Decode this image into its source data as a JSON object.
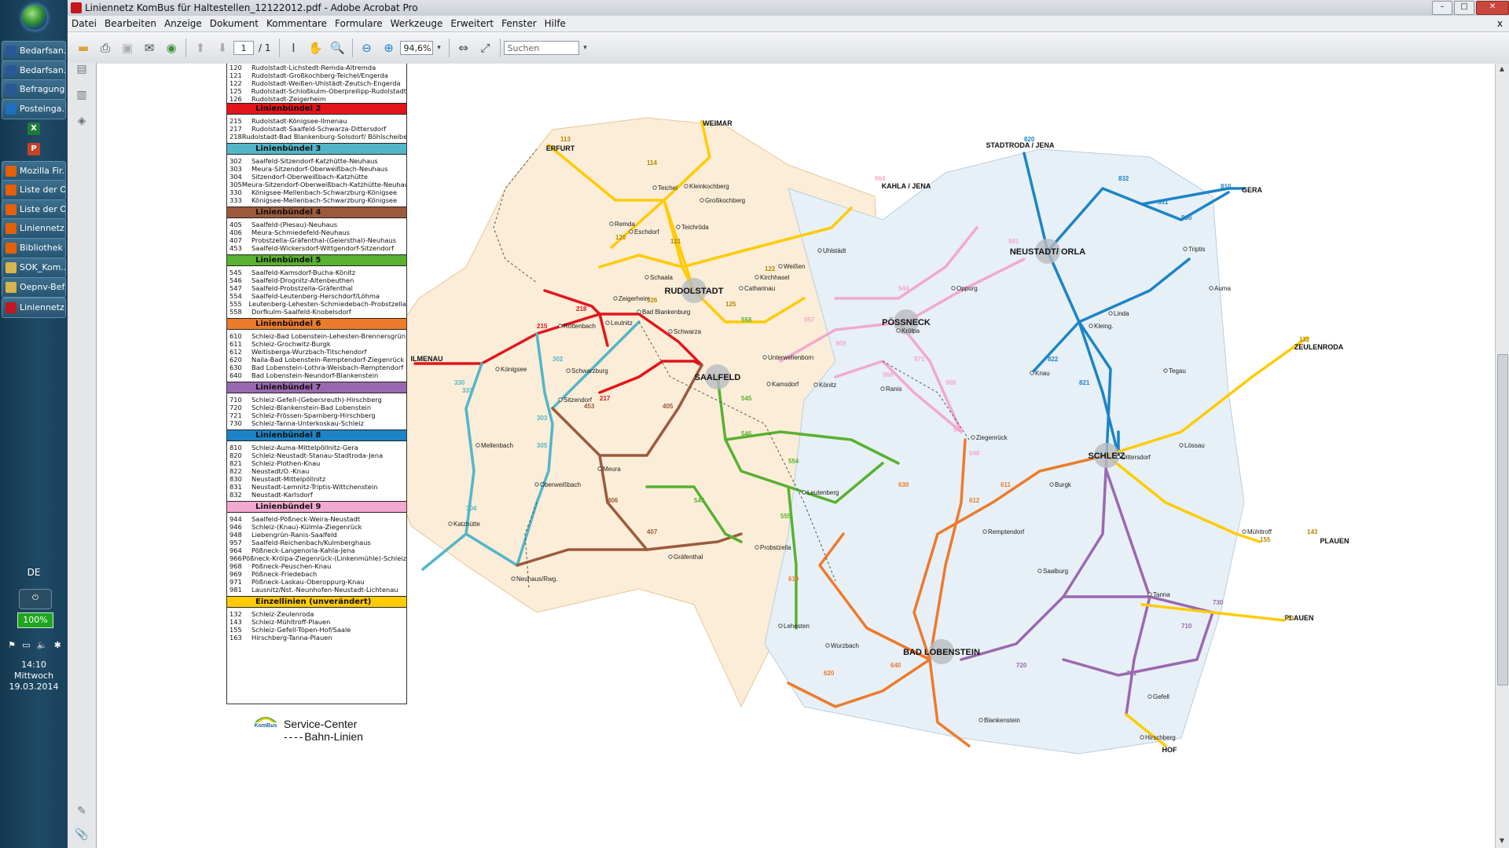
{
  "taskbar": {
    "buttons": [
      {
        "label": "Bedarfsan...",
        "icon": "word-icon",
        "color": "#2b5797"
      },
      {
        "label": "Bedarfsan...",
        "icon": "word-icon",
        "color": "#2b5797"
      },
      {
        "label": "Befragung...",
        "icon": "word-icon",
        "color": "#2b5797"
      },
      {
        "label": "Posteinga...",
        "icon": "outlook-icon",
        "color": "#1e6fbf"
      },
      {
        "label": "Mozilla Fir...",
        "icon": "firefox-icon",
        "color": "#e66000"
      },
      {
        "label": "Liste der O...",
        "icon": "firefox-icon",
        "color": "#e66000"
      },
      {
        "label": "Liste der O...",
        "icon": "firefox-icon",
        "color": "#e66000"
      },
      {
        "label": "Liniennetz ...",
        "icon": "firefox-icon",
        "color": "#e66000"
      },
      {
        "label": "Bibliothek",
        "icon": "firefox-icon",
        "color": "#e66000"
      },
      {
        "label": "SOK_Kom...",
        "icon": "folder-icon",
        "color": "#d9b44a"
      },
      {
        "label": "Oepnv-Bef...",
        "icon": "folder-icon",
        "color": "#d9b44a"
      },
      {
        "label": "Liniennetz ...",
        "icon": "acrobat-icon",
        "color": "#c4161c"
      }
    ],
    "lang": "DE",
    "battery": "100%",
    "time": "14:10",
    "weekday": "Mittwoch",
    "date": "19.03.2014"
  },
  "window": {
    "title": "Liniennetz KomBus für Haltestellen_12122012.pdf - Adobe Acrobat Pro",
    "menu": [
      "Datei",
      "Bearbeiten",
      "Anzeige",
      "Dokument",
      "Kommentare",
      "Formulare",
      "Werkzeuge",
      "Erweitert",
      "Fenster",
      "Hilfe"
    ],
    "close_x": "x"
  },
  "toolbar": {
    "page_current": "1",
    "page_total": "/ 1",
    "zoom": "94,6%",
    "search_placeholder": "Suchen"
  },
  "legend": {
    "top_rows": [
      [
        "120",
        "Rudolstadt-Lichstedt-Remda-Altremda"
      ],
      [
        "121",
        "Rudolstadt-Großkochberg-Teichel/Engerda"
      ],
      [
        "122",
        "Rudolstadt-Weißen-Uhlstädt-Zeutsch-Engerda"
      ],
      [
        "125",
        "Rudolstadt-Schloßkulm-Oberpreilipp-Rudolstadt"
      ],
      [
        "126",
        "Rudolstadt-Zeigerheim"
      ]
    ],
    "groups": [
      {
        "title": "Linienbündel 2",
        "color": "#e3151b",
        "textcolor": "#111",
        "rows": [
          [
            "215",
            "Rudolstadt-Königsee-Ilmenau"
          ],
          [
            "217",
            "Rudolstadt-Saalfeld-Schwarza-Dittersdorf"
          ],
          [
            "218",
            "Rudolstadt-Bad Blankenburg-Solsdorf/ Böhlscheiben"
          ]
        ]
      },
      {
        "title": "Linienbündel 3",
        "color": "#52b6c8",
        "textcolor": "#111",
        "rows": [
          [
            "302",
            "Saalfeld-Sitzendorf-Katzhütte-Neuhaus"
          ],
          [
            "303",
            "Meura-Sitzendorf-Oberweißbach-Neuhaus"
          ],
          [
            "304",
            "Sitzendorf-Oberweißbach-Katzhütte"
          ],
          [
            "305",
            "Meura-Sitzendorf-Oberweißbach-Katzhütte-Neuhaus"
          ],
          [
            "330",
            "Königsee-Mellenbach-Schwarzburg-Königsee"
          ],
          [
            "333",
            "Königsee-Mellenbach-Schwarzburg-Königsee"
          ]
        ]
      },
      {
        "title": "Linienbündel 4",
        "color": "#9b5a3c",
        "textcolor": "#111",
        "rows": [
          [
            "405",
            "Saalfeld-(Piesau)-Neuhaus"
          ],
          [
            "406",
            "Meura-Schmiedefeld-Neuhaus"
          ],
          [
            "407",
            "Probstzella-Gräfenthal-(Geiersthal)-Neuhaus"
          ],
          [
            "453",
            "Saalfeld-Wickersdorf-Wittgendorf-Sitzendorf"
          ]
        ]
      },
      {
        "title": "Linienbündel 5",
        "color": "#58b130",
        "textcolor": "#111",
        "rows": [
          [
            "545",
            "Saalfeld-Kamsdorf-Bucha-Könitz"
          ],
          [
            "546",
            "Saalfeld-Drognitz-Altenbeuthen"
          ],
          [
            "547",
            "Saalfeld-Probstzella-Gräfenthal"
          ],
          [
            "554",
            "Saalfeld-Leutenberg-Herschdorf/Löhma"
          ],
          [
            "555",
            "Leutenberg-Lehesten-Schmiedebach-Probstzella"
          ],
          [
            "558",
            "Dorfkulm-Saalfeld-Knobelsdorf"
          ]
        ]
      },
      {
        "title": "Linienbündel 6",
        "color": "#ec7b2c",
        "textcolor": "#111",
        "rows": [
          [
            "610",
            "Schleiz-Bad Lobenstein-Lehesten-Brennersgrün"
          ],
          [
            "611",
            "Schleiz-Grochwitz-Burgk"
          ],
          [
            "612",
            "Weitisberga-Wurzbach-Titschendorf"
          ],
          [
            "620",
            "Naila-Bad Lobenstein-Remptendorf-Ziegenrück"
          ],
          [
            "630",
            "Bad Lobenstein-Lothra-Weisbach-Remptendorf"
          ],
          [
            "640",
            "Bad Lobenstein-Neundorf-Blankenstein"
          ]
        ]
      },
      {
        "title": "Linienbündel 7",
        "color": "#9a68b0",
        "textcolor": "#111",
        "rows": [
          [
            "710",
            "Schleiz-Gefell-(Gebersreuth)-Hirschberg"
          ],
          [
            "720",
            "Schleiz-Blankenstein-Bad Lobenstein"
          ],
          [
            "721",
            "Schleiz-Frössen-Sparnberg-Hirschberg"
          ],
          [
            "730",
            "Schleiz-Tanna-Unterkoskau-Schleiz"
          ]
        ]
      },
      {
        "title": "Linienbündel 8",
        "color": "#1c84c6",
        "textcolor": "#111",
        "rows": [
          [
            "810",
            "Schleiz-Auma-Mittelpöllnitz-Gera"
          ],
          [
            "820",
            "Schleiz-Neustadt-Stanau-Stadtroda-Jena"
          ],
          [
            "821",
            "Schleiz-Plothen-Knau"
          ],
          [
            "822",
            "Neustadt/O.-Knau"
          ],
          [
            "830",
            "Neustadt-Mittelpöllnitz"
          ],
          [
            "831",
            "Neustadt-Lemnitz-Triptis-Wittchenstein"
          ],
          [
            "832",
            "Neustadt-Karlsdorf"
          ]
        ]
      },
      {
        "title": "Linienbündel 9",
        "color": "#f2a9cf",
        "textcolor": "#111",
        "rows": [
          [
            "944",
            "Saalfeld-Pößneck-Weira-Neustadt"
          ],
          [
            "946",
            "Schleiz-(Knau)-Külmla-Ziegenrück"
          ],
          [
            "948",
            "Liebengrün-Ranis-Saalfeld"
          ],
          [
            "957",
            "Saalfeld-Reichenbach/Kulmberghaus"
          ],
          [
            "964",
            "Pößneck-Langenorla-Kahla-Jena"
          ],
          [
            "966",
            "Pößneck-Krölpa-Ziegenrück-(Linkenmühle)-Schleiz"
          ],
          [
            "968",
            "Pößneck-Peuschen-Knau"
          ],
          [
            "969",
            "Pößneck-Friedebach"
          ],
          [
            "971",
            "Pößneck-Laskau-Oberoppurg-Knau"
          ],
          [
            "981",
            "Lausnitz/Nst.-Neunhofen-Neustadt-Lichtenau"
          ]
        ]
      },
      {
        "title": "Einzellinien (unverändert)",
        "color": "#ffcb05",
        "textcolor": "#111",
        "rows": [
          [
            "132",
            "Schleiz-Zeulenroda"
          ],
          [
            "143",
            "Schleiz-Mühltroff-Plauen"
          ],
          [
            "155",
            "Schleiz-Gefell-Töpen-Hof/Saale"
          ],
          [
            "163",
            "Hirschberg-Tanna-Plauen"
          ]
        ]
      }
    ]
  },
  "service": {
    "logo": "KomBus",
    "line1": "Service-Center",
    "line2": "Bahn-Linien"
  },
  "map": {
    "hubs": [
      "RUDOLSTADT",
      "SAALFELD",
      "PÖSSNECK",
      "NEUSTADT/ ORLA",
      "SCHLEIZ",
      "BAD LOBENSTEIN"
    ],
    "destinations": [
      "WEIMAR",
      "ERFURT",
      "KAHLA / JENA",
      "STADTRODA / JENA",
      "GERA",
      "ZEULENRODA",
      "PLAUEN",
      "PLAUEN",
      "HOF",
      "ILMENAU"
    ],
    "places": [
      "Kleinkochberg",
      "Teichel",
      "Großkochberg",
      "Remda",
      "Eschdorf",
      "Teichröda",
      "Weißen",
      "Uhlstädt",
      "Kirchhasel",
      "Catharinau",
      "Zeigerheim",
      "Schaala",
      "Bad Blankenburg",
      "Rottenbach",
      "Königsee",
      "Leutnitz",
      "Schwarza",
      "Unterwellenborn",
      "Kamsdorf",
      "Könitz",
      "Ranis",
      "Krölpa",
      "Oppurg",
      "Knau",
      "Linda",
      "Triptis",
      "Auma",
      "Tegau",
      "Ziegenrück",
      "Remptendorf",
      "Saalburg",
      "Tanna",
      "Gefell",
      "Hirschberg",
      "Lehesten",
      "Probstzella",
      "Gräfenthal",
      "Leutenberg",
      "Neuhaus/Rwg.",
      "Sitzendorf",
      "Schwarzburg",
      "Katzhütte",
      "Oberweißbach",
      "Meura",
      "Mellenbach",
      "Wurzbach",
      "Blankenstein",
      "Kleing.",
      "Dittersdorf",
      "Burgk",
      "Lössau",
      "Mühltroff"
    ],
    "routes": [
      "114",
      "113",
      "120",
      "121",
      "122",
      "125",
      "126",
      "215",
      "217",
      "218",
      "302",
      "303",
      "304",
      "305",
      "330",
      "333",
      "405",
      "406",
      "407",
      "453",
      "545",
      "546",
      "547",
      "554",
      "555",
      "558",
      "610",
      "611",
      "612",
      "620",
      "630",
      "640",
      "710",
      "720",
      "721",
      "730",
      "810",
      "820",
      "821",
      "822",
      "830",
      "831",
      "832",
      "944",
      "946",
      "948",
      "957",
      "964",
      "966",
      "968",
      "969",
      "971",
      "981",
      "132",
      "143",
      "155",
      "163"
    ],
    "colors": {
      "yellow": "#ffcb05",
      "red": "#e3151b",
      "cyan": "#52b6c8",
      "brown": "#9b5a3c",
      "green": "#58b130",
      "orange": "#ec7b2c",
      "purple": "#9a68b0",
      "blue": "#1c84c6",
      "pink": "#f2a9cf",
      "region_sf": "#fbedd7",
      "region_so": "#e7f0f6"
    }
  }
}
